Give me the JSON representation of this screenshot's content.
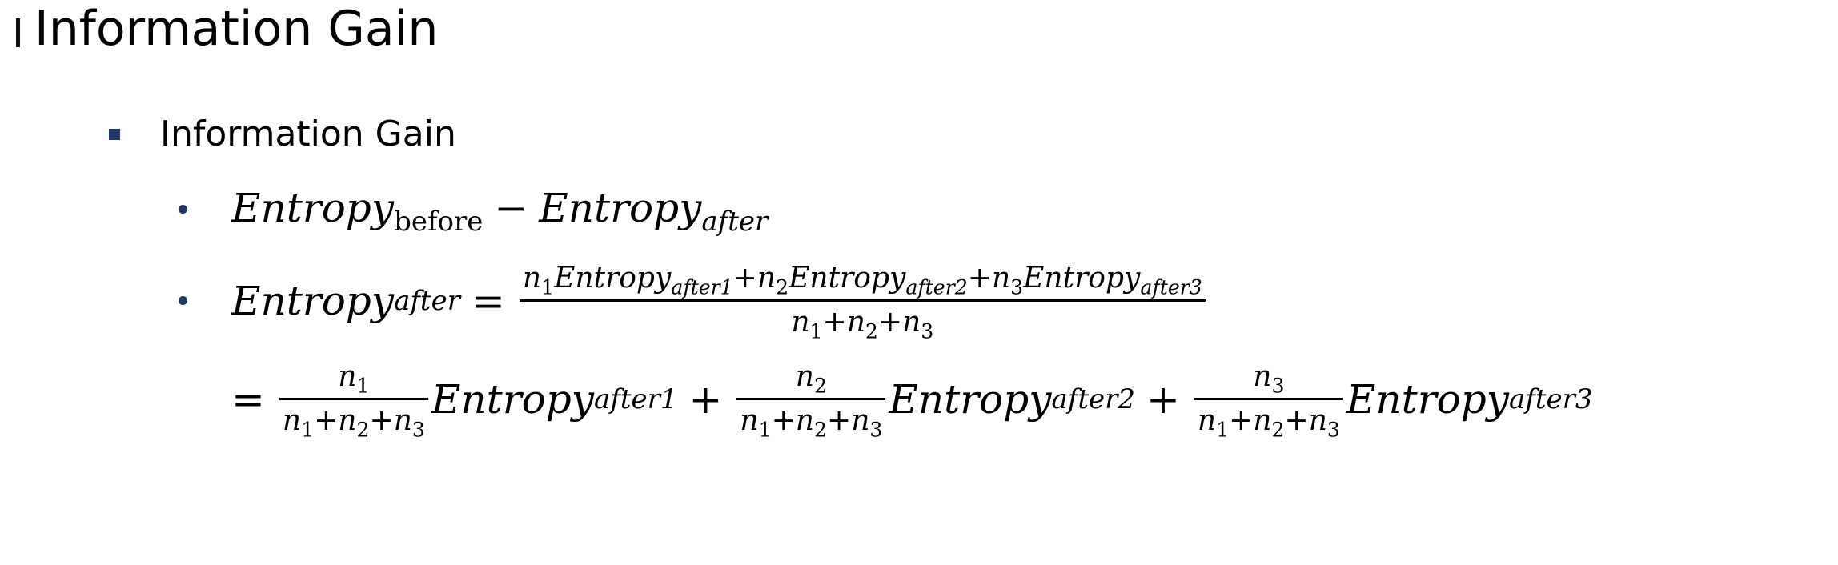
{
  "slide": {
    "title": "Information Gain",
    "bullet_heading": "Information Gain"
  },
  "formula": {
    "entropy": "Entropy",
    "before": "before",
    "after": "after",
    "after1": "after1",
    "after2": "after2",
    "after3": "after3",
    "minus": "−",
    "equals": "=",
    "plus": "+",
    "n": "n",
    "one": "1",
    "two": "2",
    "three": "3"
  },
  "colors": {
    "bullet": "#1f3864",
    "text": "#000000"
  }
}
